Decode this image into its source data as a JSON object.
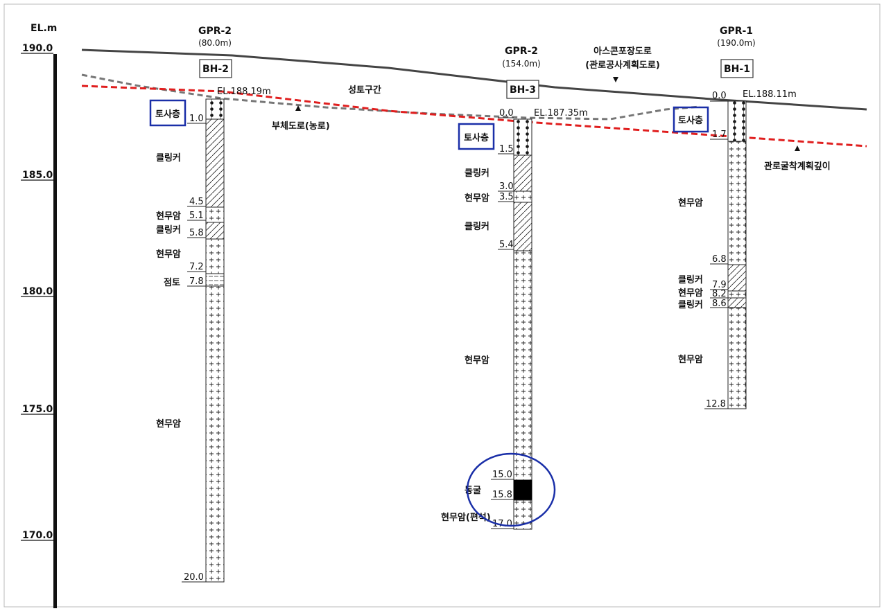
{
  "axis": {
    "unit_label": "EL.m",
    "ticks": [
      "190.0",
      "185.0",
      "180.0",
      "175.0",
      "170.0"
    ]
  },
  "boreholes": [
    {
      "id": "BH-2",
      "gpr": "GPR-2",
      "gpr_dist": "(80.0m)",
      "el_label": "EL.188.19m",
      "depths": [
        "1.0",
        "4.5",
        "5.1",
        "5.8",
        "7.2",
        "7.8",
        "20.0"
      ],
      "layers": [
        "토사층",
        "클링커",
        "현무암",
        "클링커",
        "현무암",
        "점토",
        "현무암"
      ]
    },
    {
      "id": "BH-3",
      "gpr": "GPR-2",
      "gpr_dist": "(154.0m)",
      "el_label": "EL.187.35m",
      "depths": [
        "0.0",
        "1.5",
        "3.0",
        "3.5",
        "5.4",
        "15.0",
        "15.8",
        "17.0"
      ],
      "layers": [
        "토사층",
        "클링커",
        "현무암",
        "클링커",
        "현무암",
        "동굴",
        "현무암(편석)"
      ]
    },
    {
      "id": "BH-1",
      "gpr": "GPR-1",
      "gpr_dist": "(190.0m)",
      "el_label": "EL.188.11m",
      "depths": [
        "0.0",
        "1.7",
        "6.8",
        "7.9",
        "8.2",
        "8.6",
        "12.8"
      ],
      "layers": [
        "토사층",
        "현무암",
        "클링커",
        "현무암",
        "클링커",
        "현무암"
      ]
    }
  ],
  "annotations": {
    "road_main": "아스콘포장도로",
    "road_main_sub": "(관로공사계획도로)",
    "fill_section": "성토구간",
    "side_road": "부체도로(농로)",
    "trench_depth": "관로굴착계획깊이"
  },
  "colors": {
    "trench_line": "#e01e1e",
    "highlight_box": "#1a2fa8",
    "ground_line": "#444444",
    "side_road_line": "#777777",
    "cave_fill": "#000000"
  }
}
